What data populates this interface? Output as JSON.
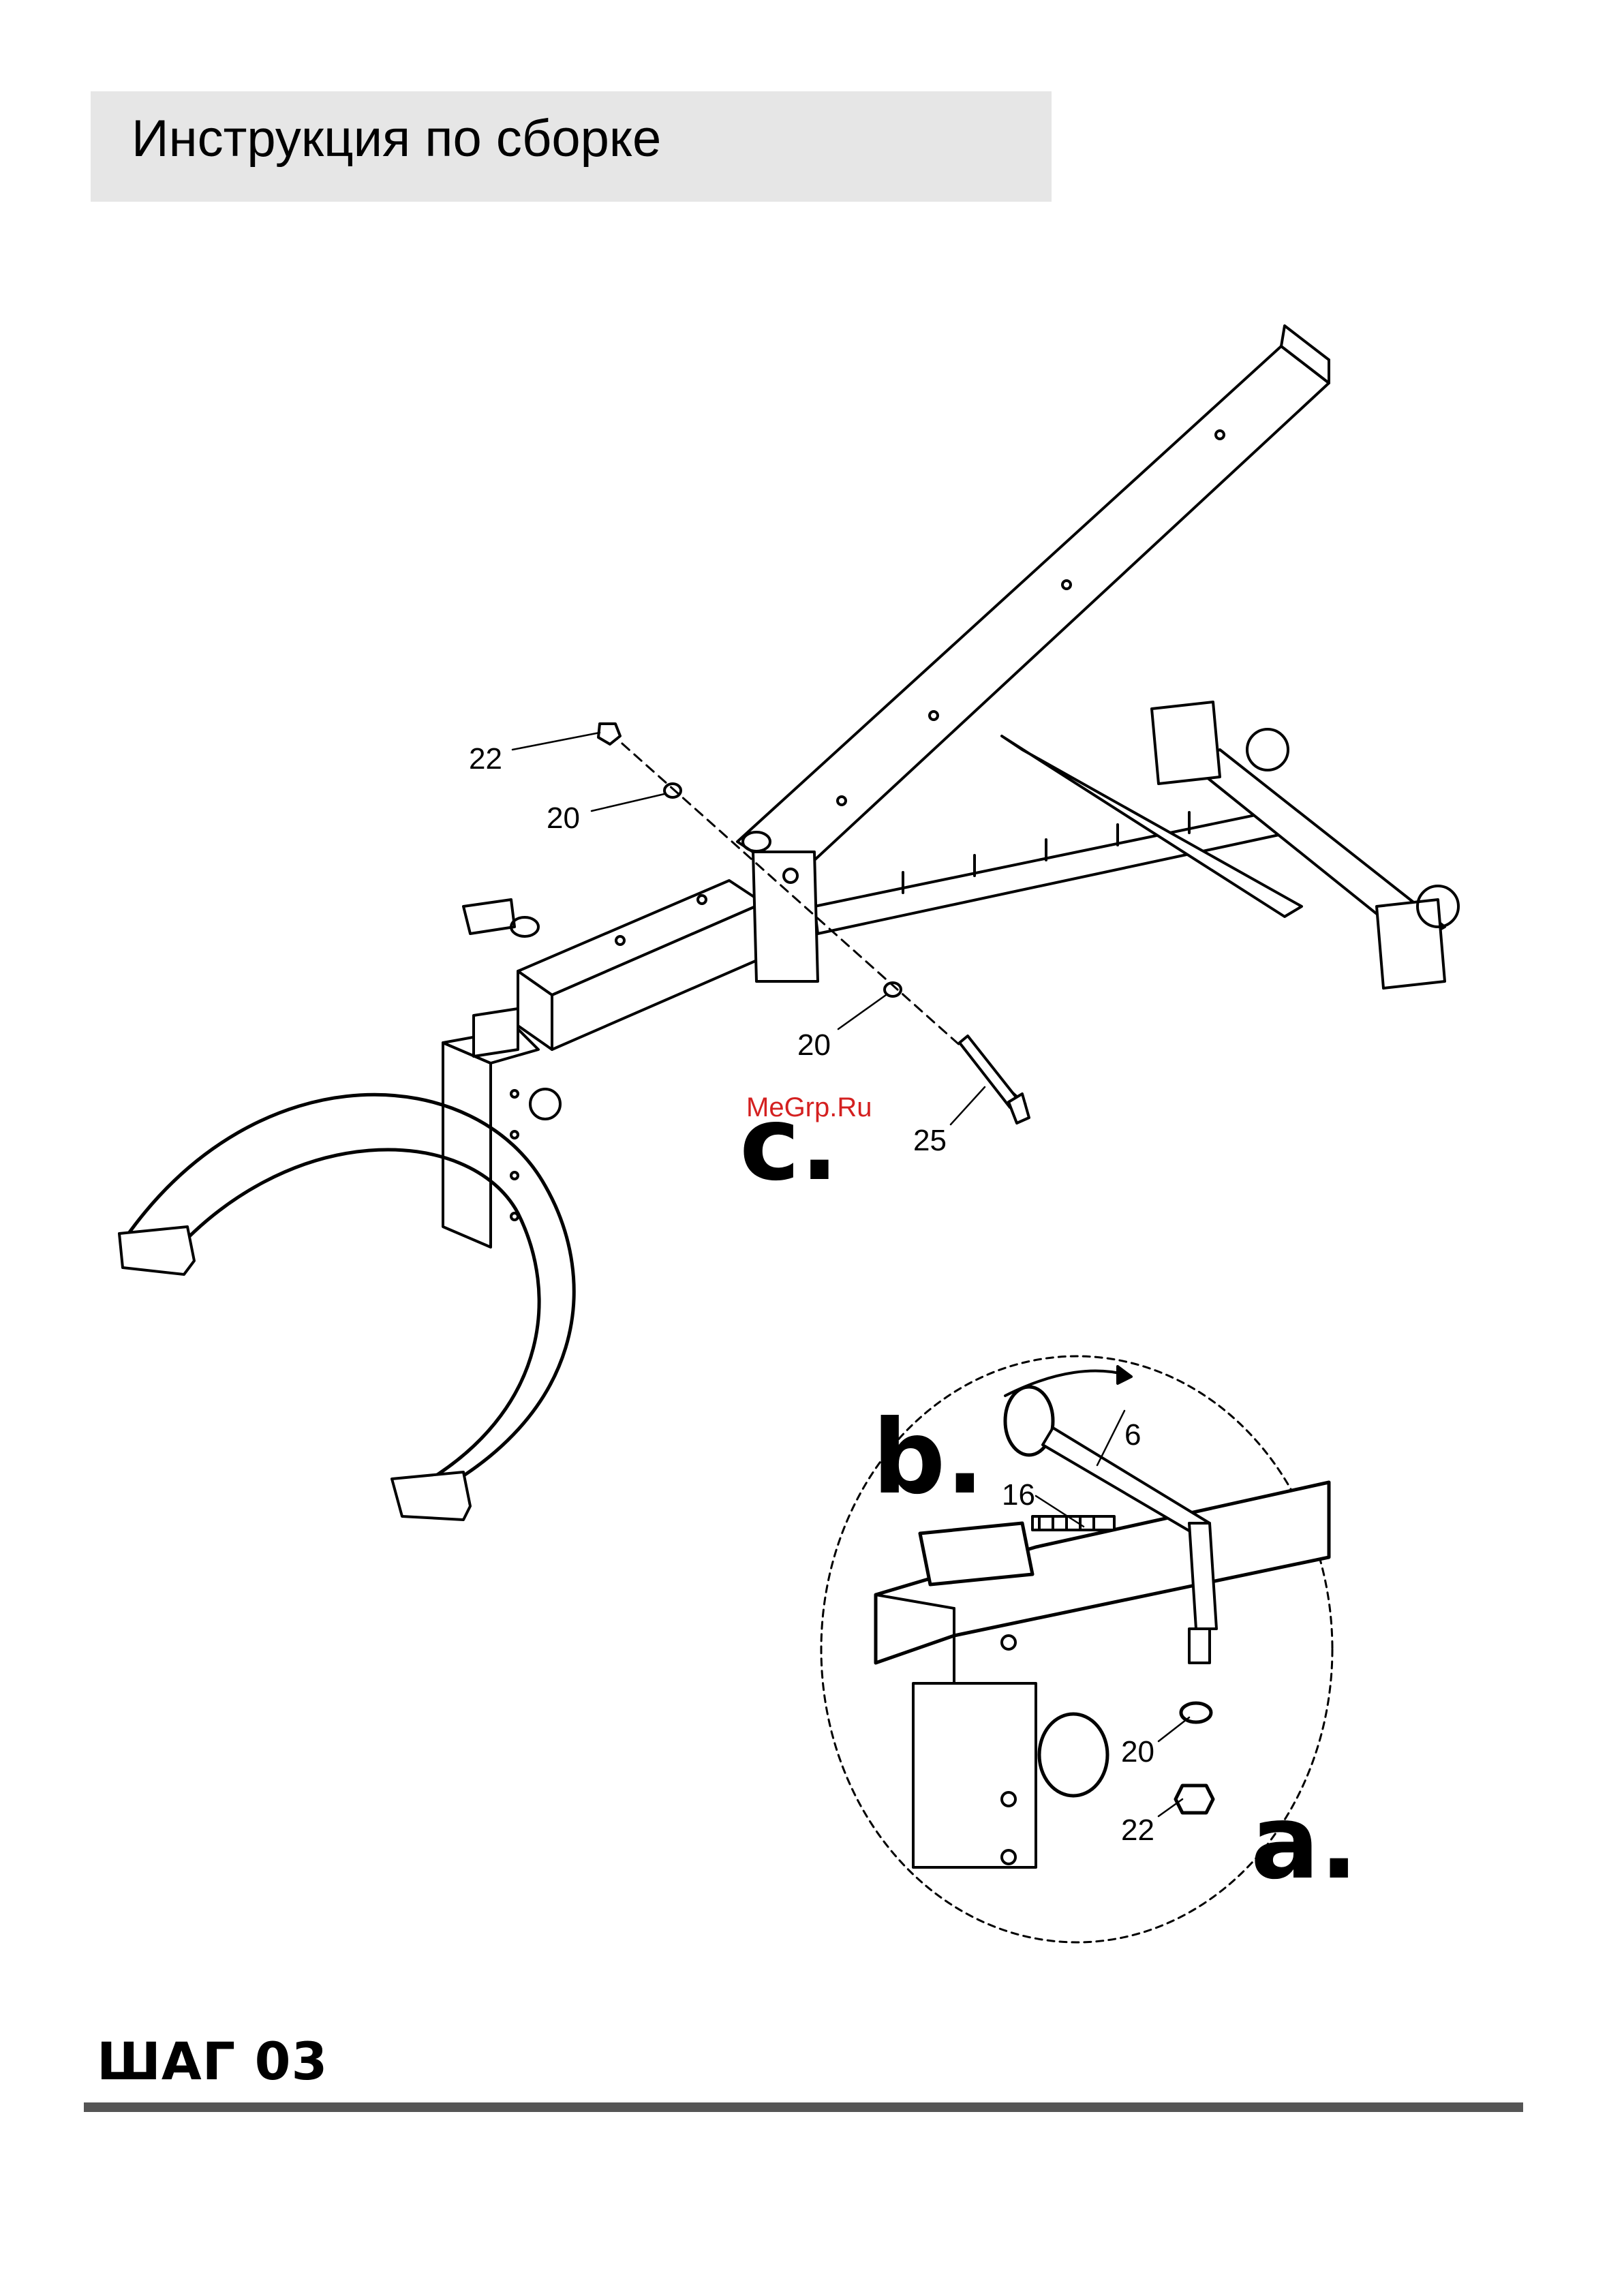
{
  "header": {
    "title": "Инструкция по сборке"
  },
  "step": {
    "label": "ШАГ 03"
  },
  "watermark": "MeGrp.Ru",
  "callouts": {
    "main_22": "22",
    "main_20_top": "20",
    "main_20_bottom": "20",
    "main_25": "25",
    "detail_6": "6",
    "detail_16": "16",
    "detail_20": "20",
    "detail_22": "22"
  },
  "detail_letters": {
    "a": "a.",
    "b": "b.",
    "c": "c."
  },
  "colors": {
    "header_bg": "#e6e6e6",
    "rule": "#555555",
    "watermark": "#d42020"
  }
}
